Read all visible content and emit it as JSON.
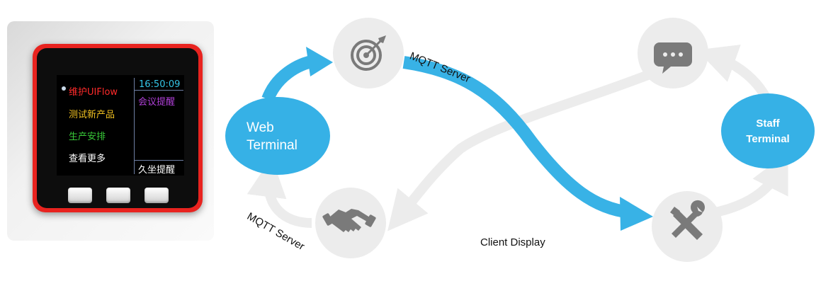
{
  "device": {
    "menu": [
      {
        "label": "维护UIFlow",
        "color": "#ff2a2a"
      },
      {
        "label": "测试新产品",
        "color": "#f0c020"
      },
      {
        "label": "生产安排",
        "color": "#38c838"
      },
      {
        "label": "查看更多",
        "color": "#ffffff"
      }
    ],
    "clock": "16:50:09",
    "notice_top": "会议提醒",
    "notice_bottom": "久坐提醒"
  },
  "diagram": {
    "web_terminal": {
      "line1": "Web",
      "line2": "Terminal",
      "color": "#36b1e6"
    },
    "staff_terminal": {
      "line1": "Staff",
      "line2": "Terminal",
      "color": "#36b1e6"
    },
    "label_mqtt_top": "MQTT Server",
    "label_mqtt_bottom": "MQTT Server",
    "label_client_display": "Client Display",
    "icons": [
      "target-icon",
      "chat-icon",
      "handshake-icon",
      "tools-icon"
    ],
    "colors": {
      "arrow": "#38b2e6",
      "ghost": "#ececec",
      "circle": "#ececec",
      "icon": "#7a7a7a"
    }
  }
}
